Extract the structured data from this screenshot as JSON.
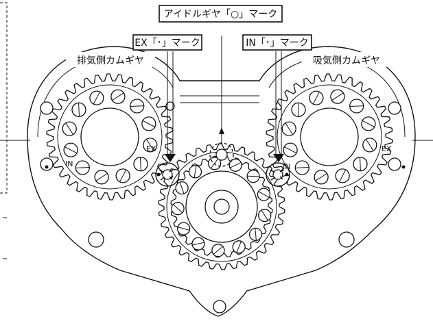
{
  "callouts": {
    "idler_mark": "アイドルギヤ「○」マーク",
    "ex_mark": "EX「･」マーク",
    "in_mark": "IN「･」マーク",
    "exhaust_cam_gear": "排気側カムギヤ",
    "intake_cam_gear": "吸気側カムギヤ"
  },
  "gear_markings": {
    "left_in": "IN",
    "left_ex": "EX",
    "right_in": "IN",
    "right_ex": "EX"
  },
  "colors": {
    "line": "#111111",
    "background": "#ffffff"
  }
}
